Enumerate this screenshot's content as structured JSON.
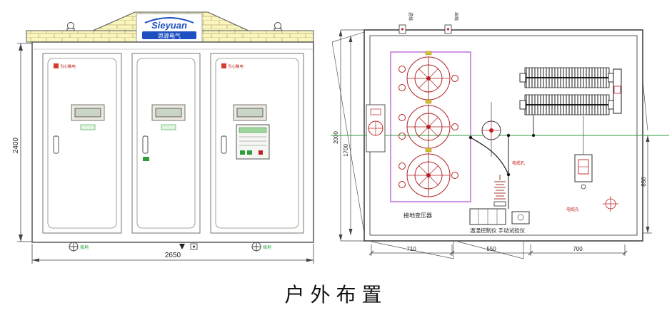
{
  "title": "户外布置",
  "front_view": {
    "logo_text": "Sieyuan",
    "logo_subtext": "思源电气",
    "dim_height": "2400",
    "dim_width": "2650",
    "door_warning": "当心触电",
    "ground_label": "接地"
  },
  "plan_view": {
    "top_label_in": "进线",
    "top_label_out": "出线",
    "dim_depth_outer": "2000",
    "dim_depth_inner": "1700",
    "dim_right": "850",
    "dim_bottom": [
      "710",
      "550",
      "700"
    ],
    "label_transformer": "接地变压器",
    "label_control": "温湿控制仪 手动试验仪",
    "label_cable": "电缆孔"
  },
  "colors": {
    "line": "#3c3c3c",
    "red": "#c02020",
    "magenta": "#b04fd0",
    "green": "#2e9e3f",
    "roof_yellow": "#fbf6c0",
    "logo_blue": "#1d4fc0"
  }
}
